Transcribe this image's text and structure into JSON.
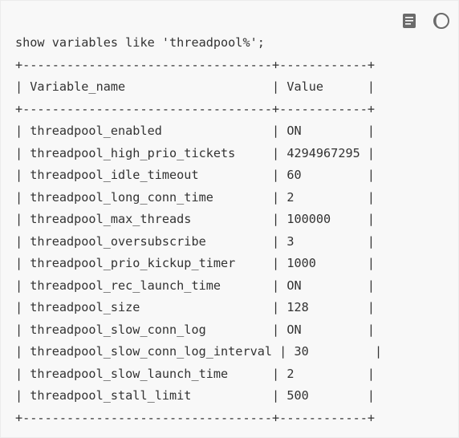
{
  "toolbar": {
    "copy_icon": "notepad-icon",
    "theme_icon": "moon-icon"
  },
  "code": {
    "command": "show variables like 'threadpool%';",
    "border": "+----------------------------------+------------+",
    "header": "| Variable_name                    | Value      |",
    "rows": [
      "| threadpool_enabled               | ON         |",
      "| threadpool_high_prio_tickets     | 4294967295 |",
      "| threadpool_idle_timeout          | 60         |",
      "| threadpool_long_conn_time        | 2          |",
      "| threadpool_max_threads           | 100000     |",
      "| threadpool_oversubscribe         | 3          |",
      "| threadpool_prio_kickup_timer     | 1000       |",
      "| threadpool_rec_launch_time       | ON         |",
      "| threadpool_size                  | 128        |",
      "| threadpool_slow_conn_log         | ON         |",
      "| threadpool_slow_conn_log_interval | 30         |",
      "| threadpool_slow_launch_time      | 2          |",
      "| threadpool_stall_limit           | 500        |"
    ]
  },
  "colors": {
    "background": "#f8f8f8",
    "text": "#333333",
    "icon": "#6b6b6b"
  }
}
